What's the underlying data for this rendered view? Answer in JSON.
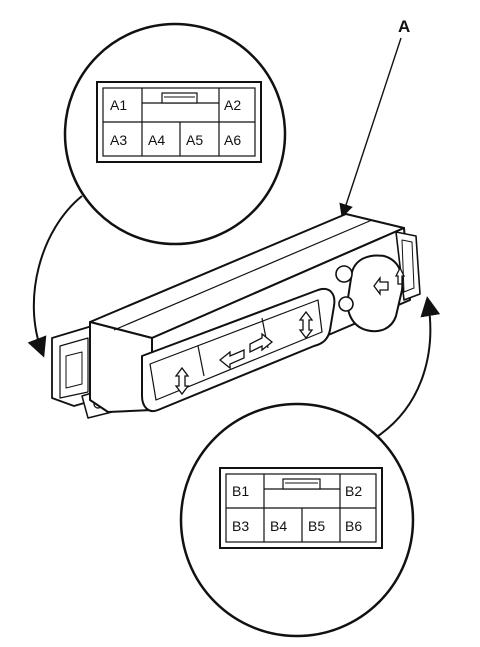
{
  "callout": {
    "label": "A"
  },
  "connector_a": {
    "pins": [
      "A1",
      "A2",
      "A3",
      "A4",
      "A5",
      "A6"
    ]
  },
  "connector_b": {
    "pins": [
      "B1",
      "B2",
      "B3",
      "B4",
      "B5",
      "B6"
    ]
  },
  "colors": {
    "ink": "#111111",
    "paper": "#ffffff"
  }
}
